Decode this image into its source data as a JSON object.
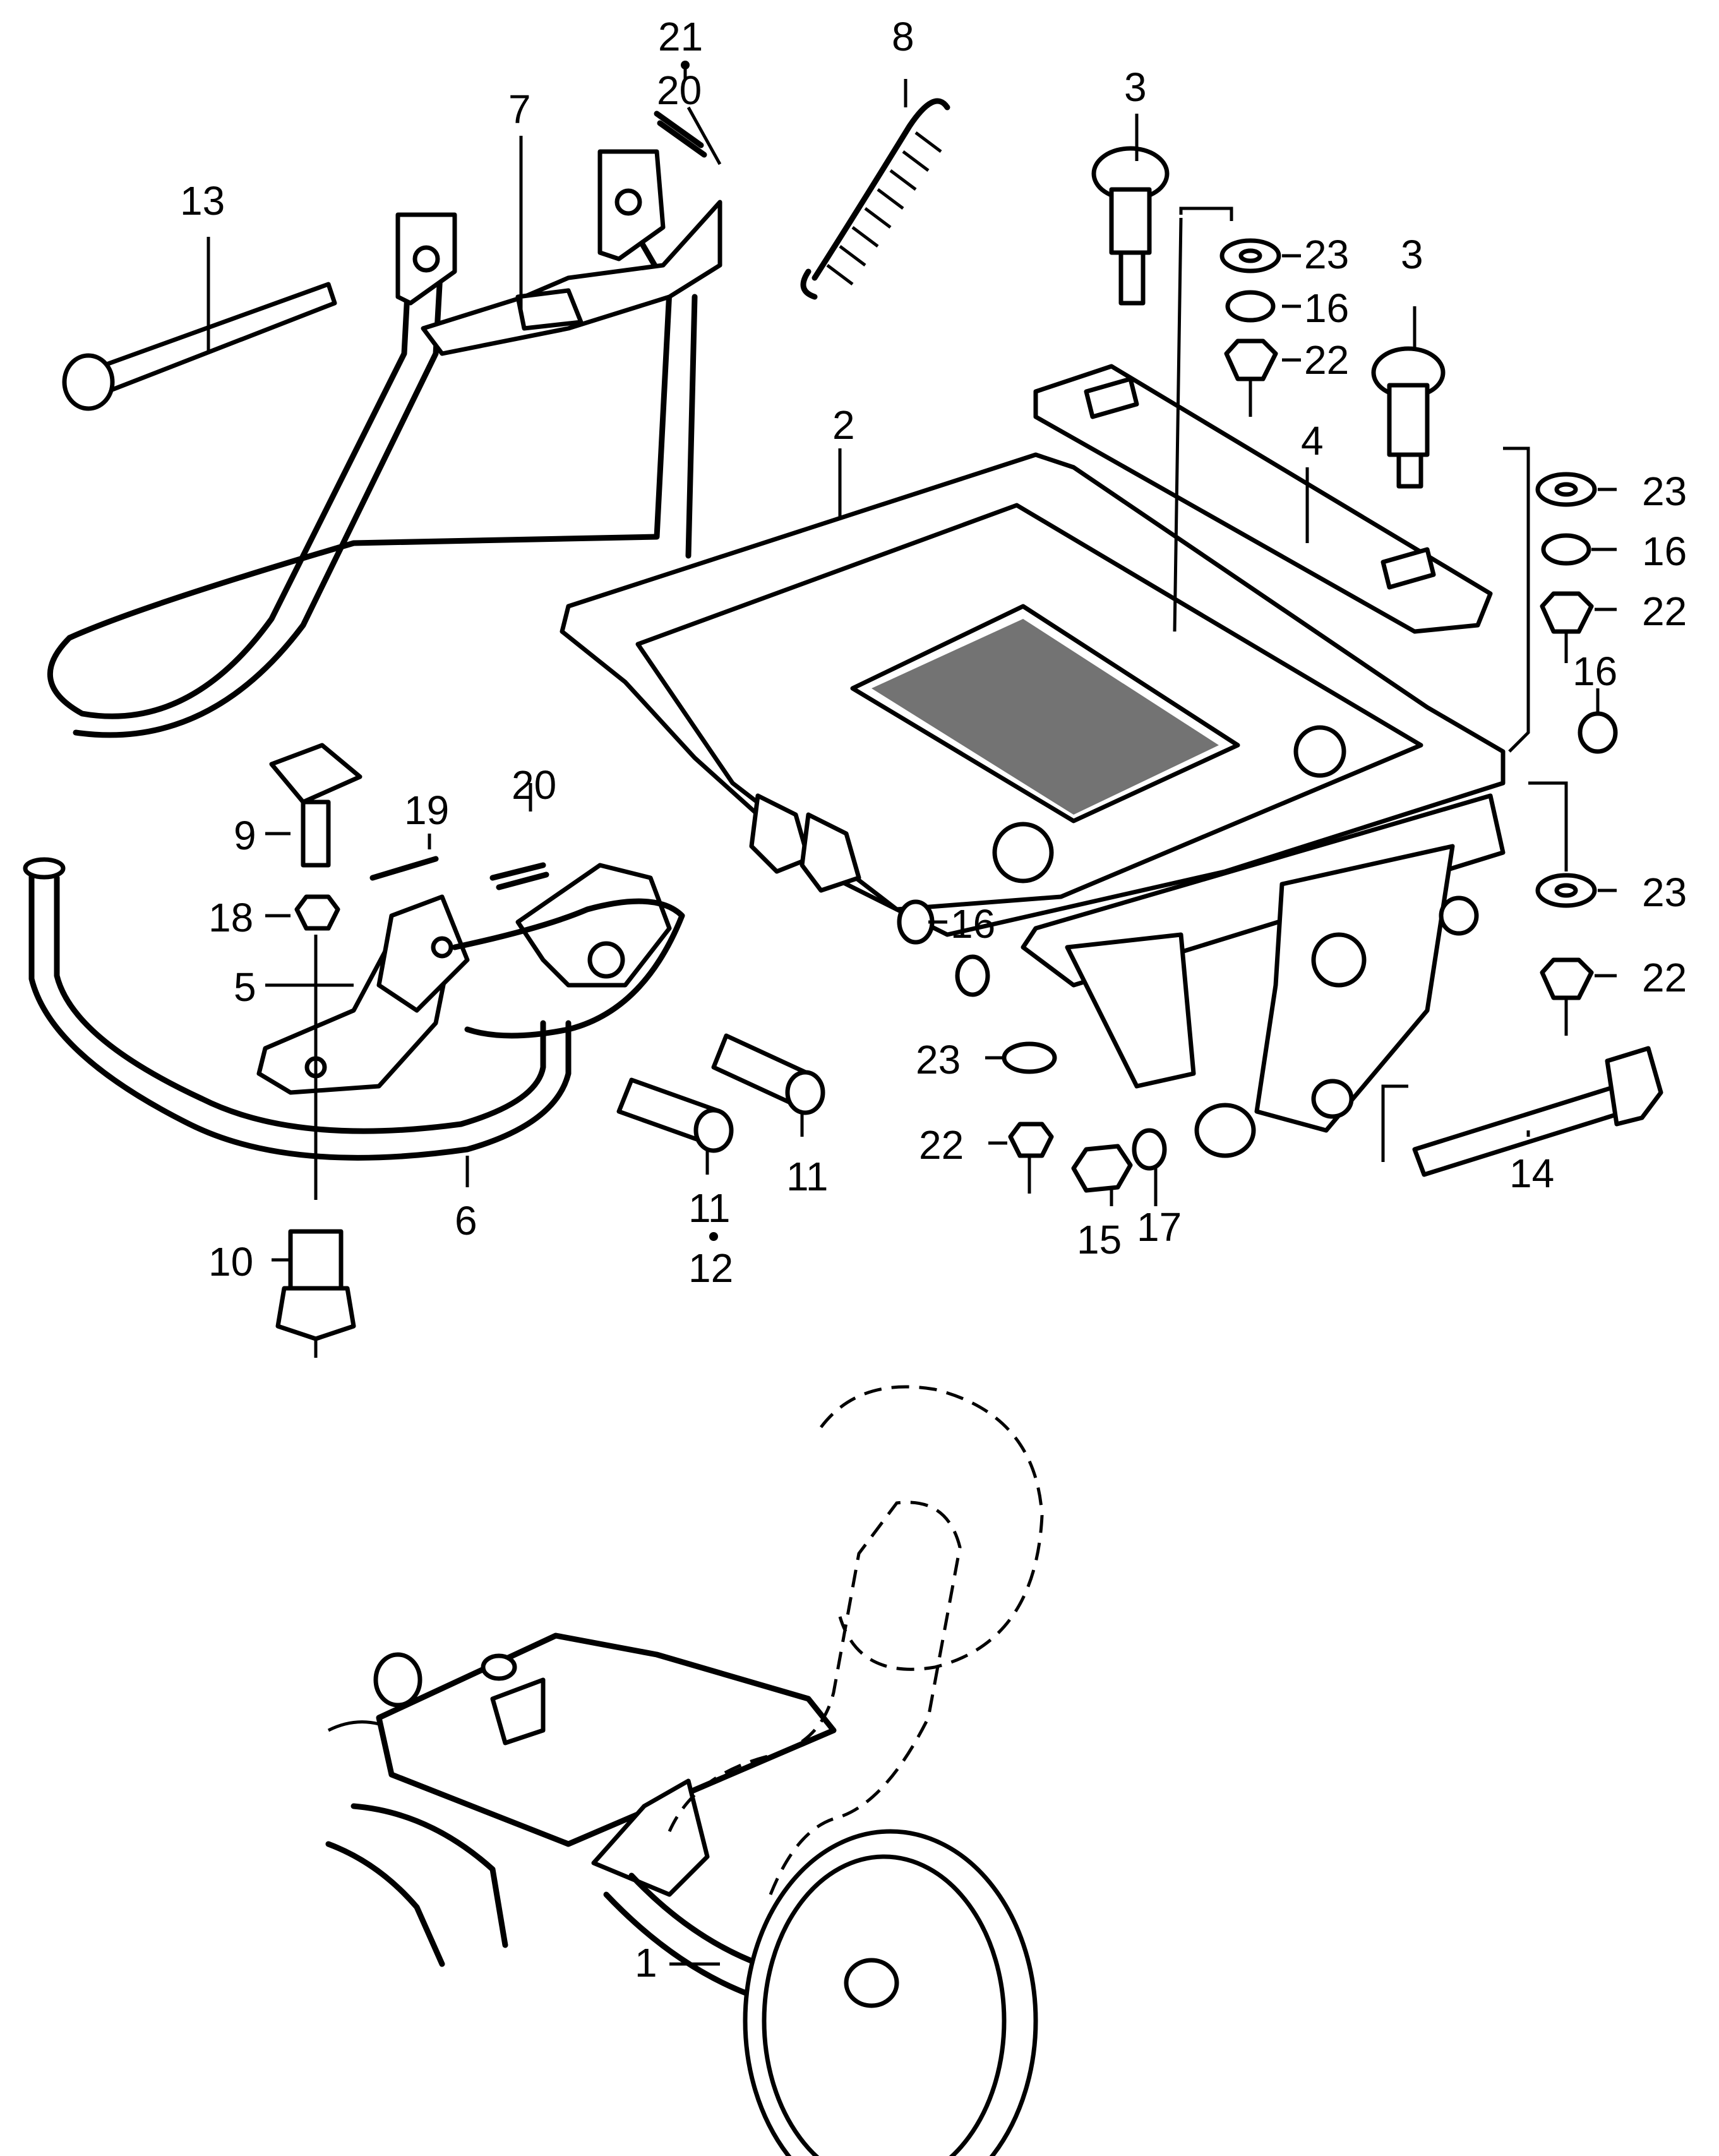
{
  "callouts": [
    {
      "id": "c21a",
      "text": "21"
    },
    {
      "id": "c20a",
      "text": "20"
    },
    {
      "id": "c8",
      "text": "8"
    },
    {
      "id": "c7",
      "text": "7"
    },
    {
      "id": "c13",
      "text": "13"
    },
    {
      "id": "c3a",
      "text": "3"
    },
    {
      "id": "c23a",
      "text": "23"
    },
    {
      "id": "c16a",
      "text": "16"
    },
    {
      "id": "c22a",
      "text": "22"
    },
    {
      "id": "c3b",
      "text": "3"
    },
    {
      "id": "c2",
      "text": "2"
    },
    {
      "id": "c4",
      "text": "4"
    },
    {
      "id": "c23b",
      "text": "23"
    },
    {
      "id": "c16b",
      "text": "16"
    },
    {
      "id": "c22b",
      "text": "22"
    },
    {
      "id": "c16c",
      "text": "16"
    },
    {
      "id": "c20b",
      "text": "20"
    },
    {
      "id": "c19",
      "text": "19"
    },
    {
      "id": "c9",
      "text": "9"
    },
    {
      "id": "c18",
      "text": "18"
    },
    {
      "id": "c5",
      "text": "5"
    },
    {
      "id": "c16d",
      "text": "16"
    },
    {
      "id": "c23c",
      "text": "23"
    },
    {
      "id": "c22c",
      "text": "22"
    },
    {
      "id": "c23d",
      "text": "23"
    },
    {
      "id": "c22d",
      "text": "22"
    },
    {
      "id": "c14",
      "text": "14"
    },
    {
      "id": "c11a",
      "text": "11"
    },
    {
      "id": "c11b",
      "text": "11"
    },
    {
      "id": "c12",
      "text": "12"
    },
    {
      "id": "c6",
      "text": "6"
    },
    {
      "id": "c10",
      "text": "10"
    },
    {
      "id": "c15",
      "text": "15"
    },
    {
      "id": "c17",
      "text": "17"
    },
    {
      "id": "c1",
      "text": "1"
    }
  ]
}
